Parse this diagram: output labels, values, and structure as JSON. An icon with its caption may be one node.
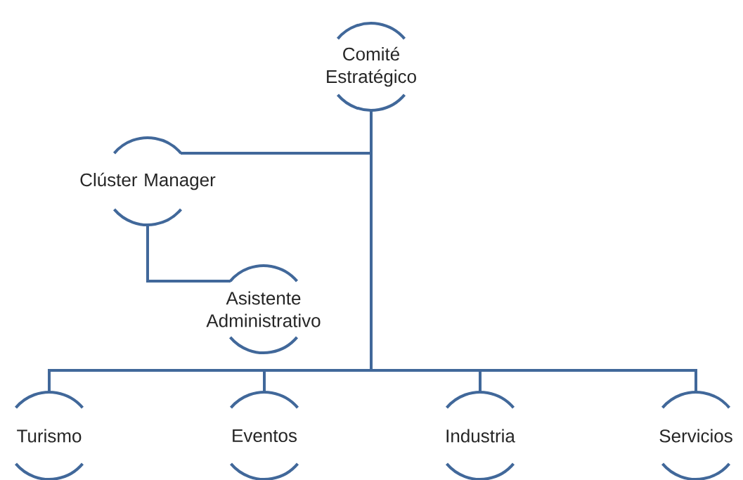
{
  "diagram": {
    "nodes": [
      {
        "text": [
          "Comité Estratégico"
        ]
      },
      {
        "text": [
          "Clúster Manager"
        ]
      },
      {
        "text": [
          "Asistente Administrativo"
        ]
      },
      {
        "text": [
          "Turismo"
        ]
      },
      {
        "text": [
          "Eventos"
        ]
      },
      {
        "text": [
          "Industria"
        ]
      },
      {
        "text": [
          "Servicios"
        ]
      }
    ],
    "edges": [
      {
        "from": 0,
        "to": 1,
        "arrow": "none"
      },
      {
        "from": 1,
        "to": 2,
        "arrow": "none"
      },
      {
        "from": 0,
        "to": 3,
        "arrow": "none"
      },
      {
        "from": 0,
        "to": 4,
        "arrow": "none"
      },
      {
        "from": 0,
        "to": 5,
        "arrow": "none"
      },
      {
        "from": 0,
        "to": 6,
        "arrow": "none"
      }
    ]
  }
}
